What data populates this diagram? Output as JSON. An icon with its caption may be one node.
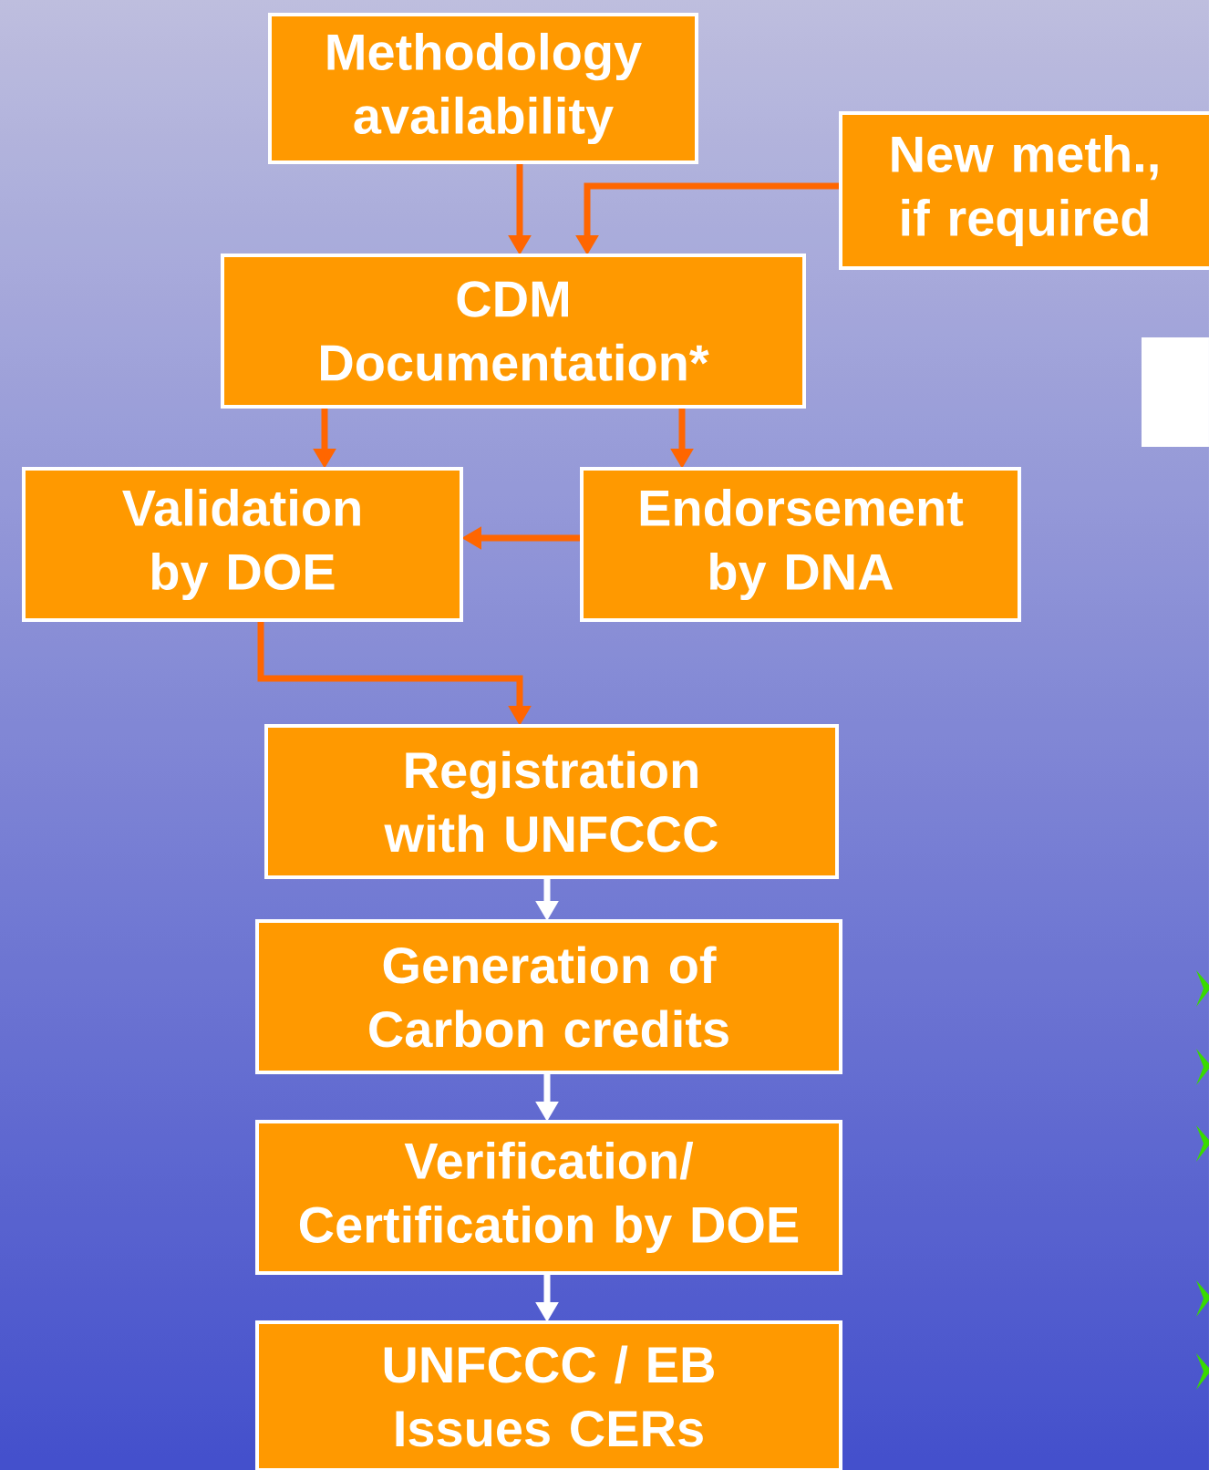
{
  "diagram": {
    "nodes": [
      {
        "text": [
          "Methodology availability"
        ]
      },
      {
        "text": [
          "New meth., if required"
        ]
      },
      {
        "text": [
          "CDM Documentation*"
        ]
      },
      {
        "text": [
          "Validation by DOE"
        ]
      },
      {
        "text": [
          "Endorsement by DNA"
        ]
      },
      {
        "text": [
          "Registration with UNFCCC"
        ]
      },
      {
        "text": [
          "Generation of Carbon credits"
        ]
      },
      {
        "text": [
          "Verification/ Certification by DOE"
        ]
      },
      {
        "text": [
          "UNFCCC / EB Issues CERs"
        ]
      }
    ],
    "edges": [
      {
        "from": 0,
        "to": 2,
        "arrow": "to"
      },
      {
        "from": 1,
        "to": 2,
        "arrow": "to"
      },
      {
        "from": 2,
        "to": 3,
        "arrow": "to"
      },
      {
        "from": 2,
        "to": 4,
        "arrow": "to"
      },
      {
        "from": 4,
        "to": 3,
        "arrow": "to"
      },
      {
        "from": 3,
        "to": 5,
        "arrow": "to"
      },
      {
        "from": 5,
        "to": 6,
        "arrow": "to",
        "color": "#ffffff"
      },
      {
        "from": 6,
        "to": 7,
        "arrow": "to",
        "color": "#ffffff"
      },
      {
        "from": 7,
        "to": 8,
        "arrow": "to",
        "color": "#ffffff"
      }
    ]
  }
}
